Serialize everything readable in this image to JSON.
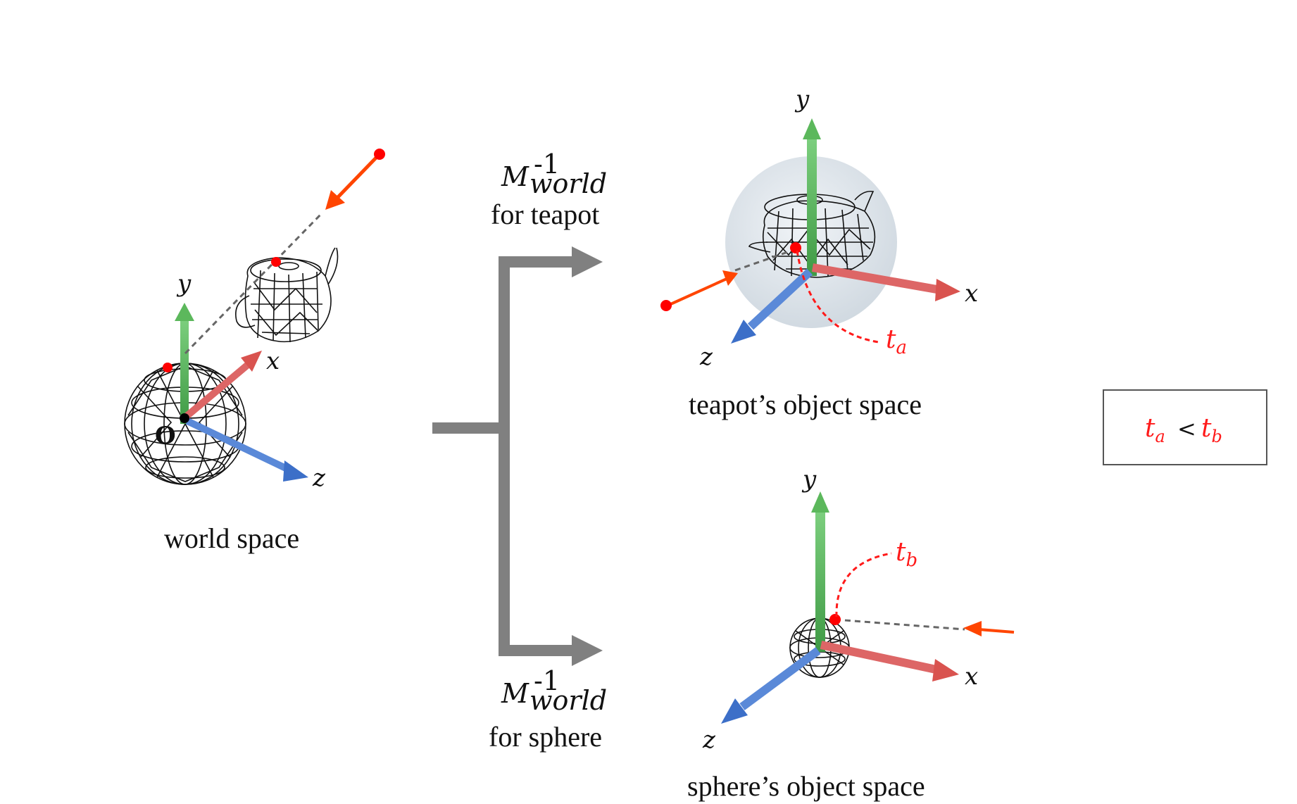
{
  "world": {
    "caption": "world space",
    "origin_label": "O",
    "axes": {
      "x": "x",
      "y": "y",
      "z": "z"
    }
  },
  "transforms": {
    "teapot": {
      "matrix": "M",
      "superscript": "-1",
      "subscript": "world",
      "label": "for teapot"
    },
    "sphere": {
      "matrix": "M",
      "superscript": "-1",
      "subscript": "world",
      "label": "for sphere"
    }
  },
  "teapot_space": {
    "caption": "teapot’s object space",
    "axes": {
      "x": "x",
      "y": "y",
      "z": "z"
    },
    "t_main": "t",
    "t_sub": "a"
  },
  "sphere_space": {
    "caption": "sphere’s object space",
    "axes": {
      "x": "x",
      "y": "y",
      "z": "z"
    },
    "t_main": "t",
    "t_sub": "b"
  },
  "comparison": {
    "a_main": "t",
    "a_sub": "a",
    "operator": "<",
    "b_main": "t",
    "b_sub": "b"
  },
  "colors": {
    "x_axis": "#d9534f",
    "y_axis": "#4caf50",
    "z_axis": "#4a7fd4",
    "ray": "#ff4500",
    "hit_point": "#ff0000",
    "t_label": "#ff1a1a",
    "flow_arrow": "#808080"
  }
}
